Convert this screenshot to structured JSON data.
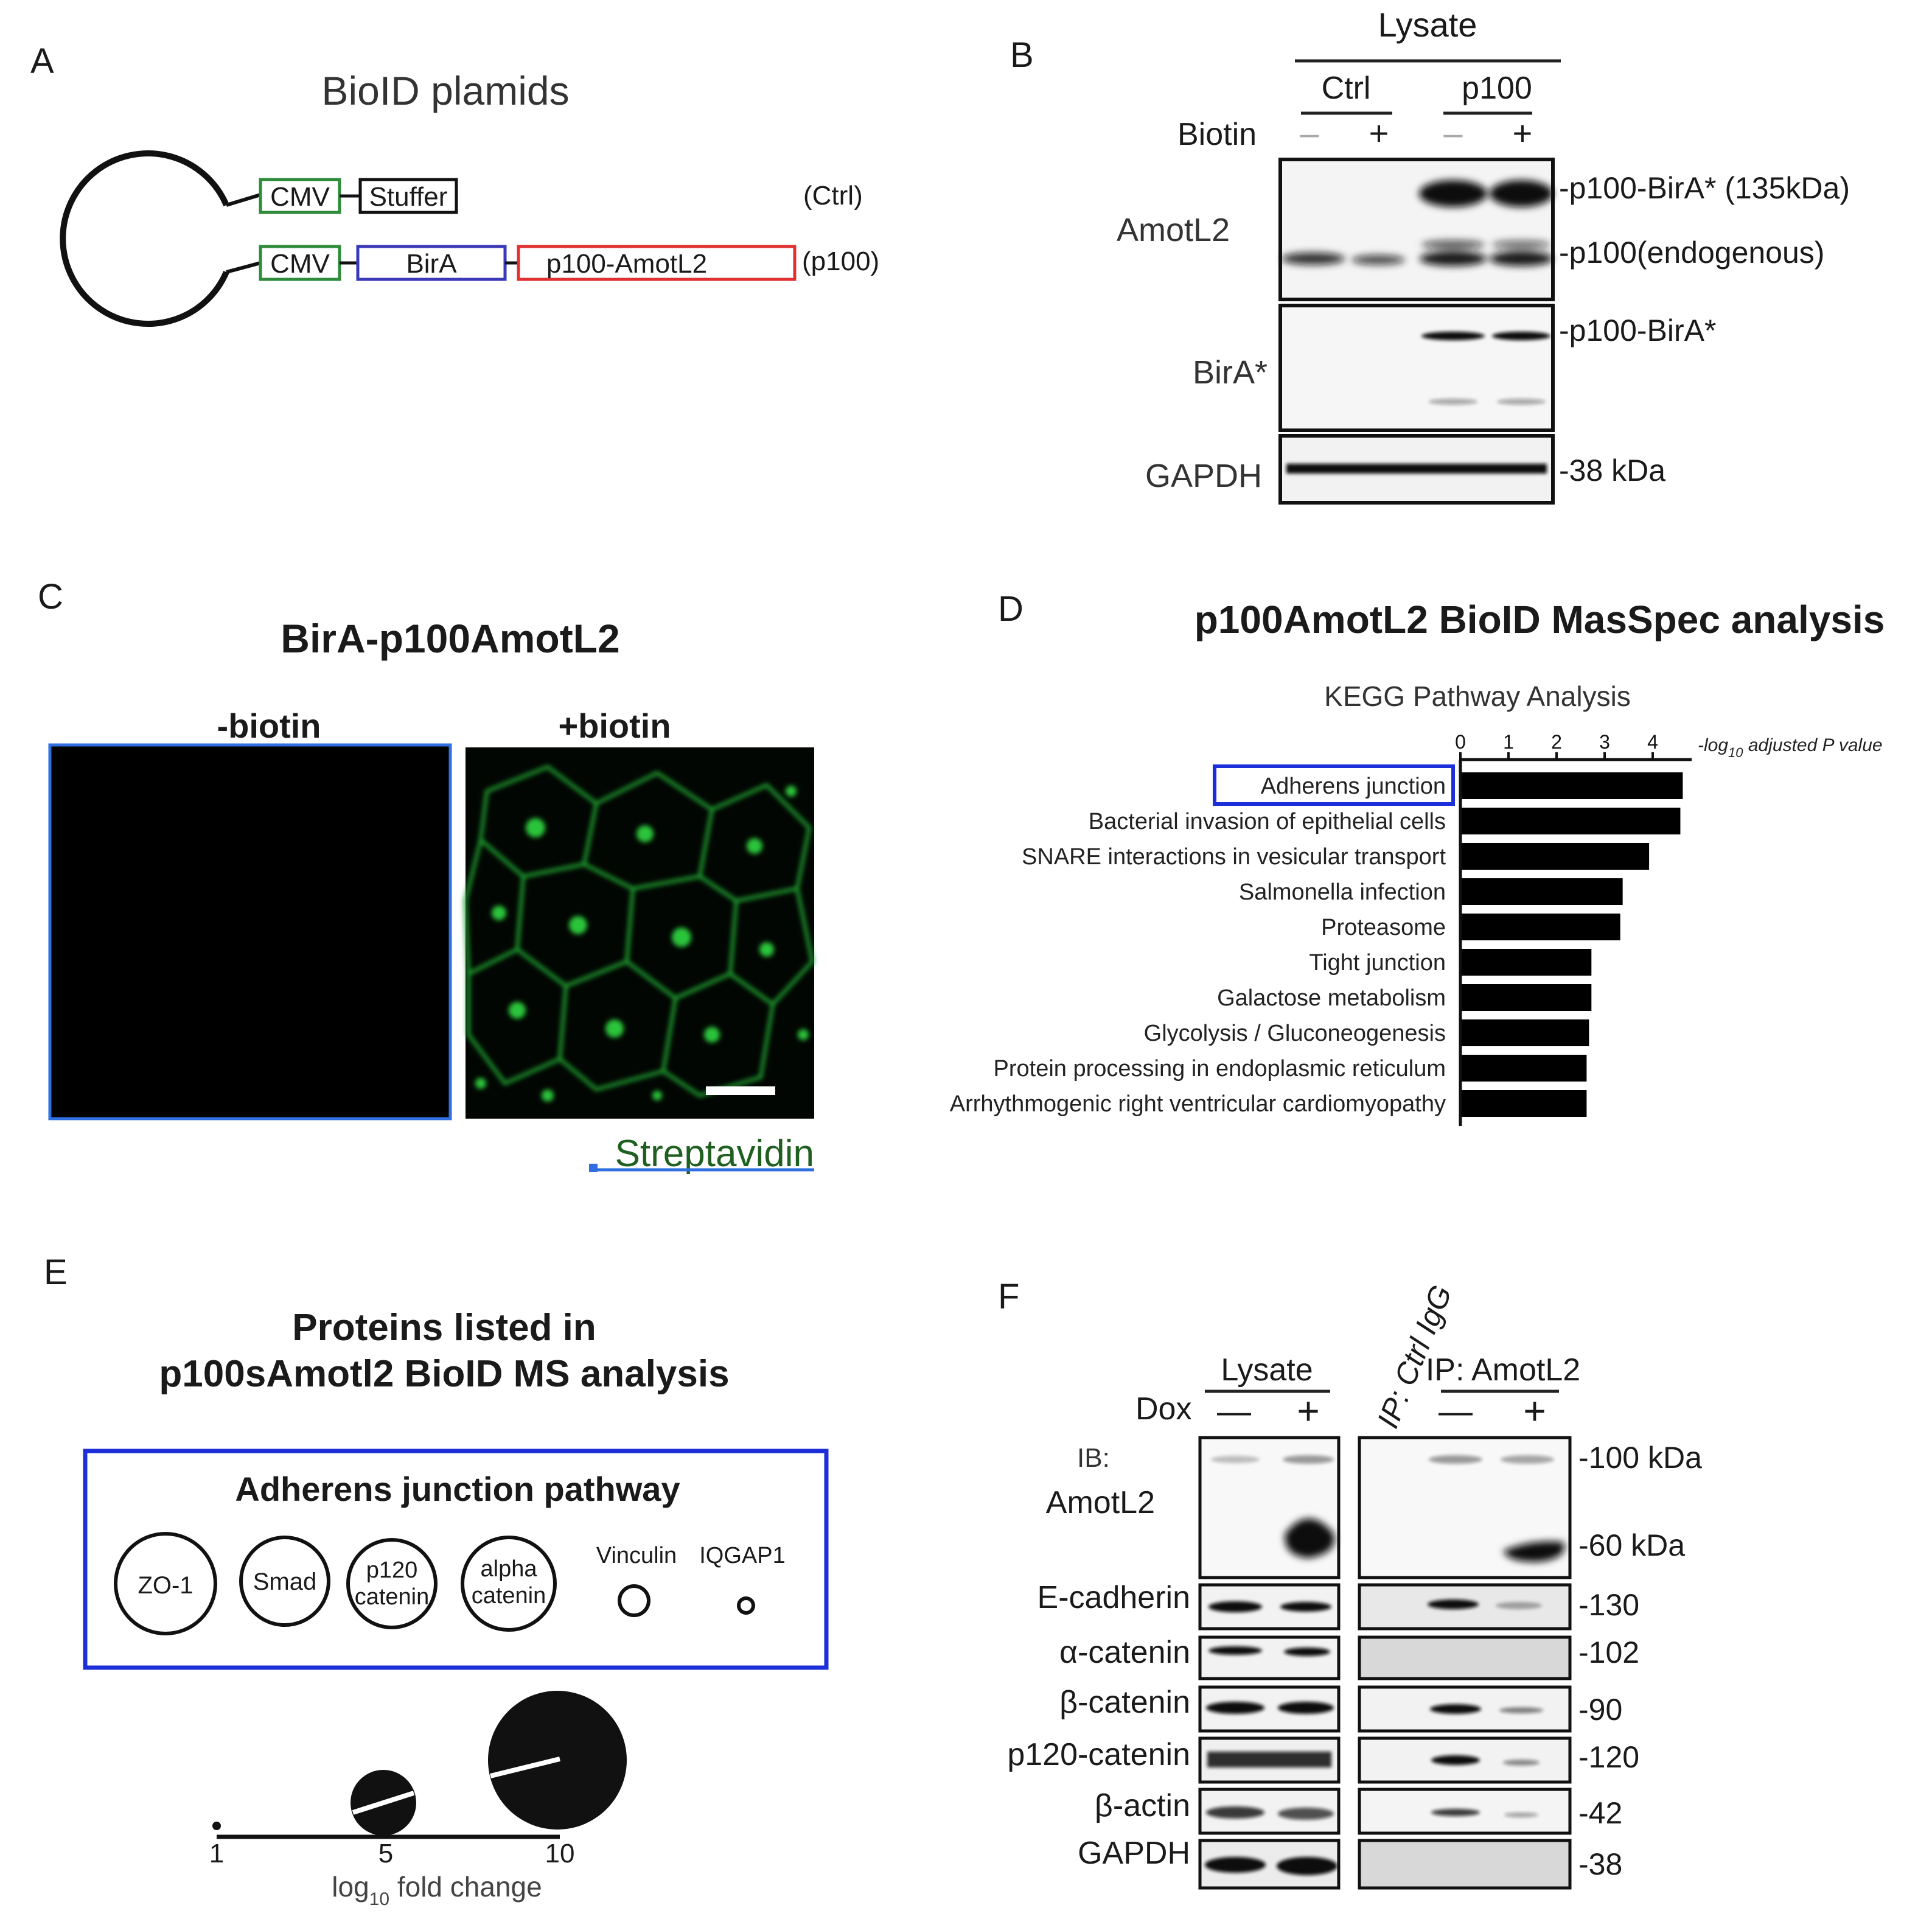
{
  "panel_labels": [
    "A",
    "B",
    "C",
    "D",
    "E",
    "F"
  ],
  "panel_a": {
    "title": "BioID plamids",
    "ctrl_construct": [
      "CMV",
      "Stuffer"
    ],
    "ctrl_label": "(Ctrl)",
    "p100_construct": [
      "CMV",
      "BirA",
      "p100-AmotL2"
    ],
    "p100_label": "(p100)",
    "colors": {
      "cmv": "#2e8b3a",
      "bira": "#3a3ab8",
      "amotl2": "#e03030",
      "stuffer": "#111111"
    }
  },
  "panel_b": {
    "header": "Lysate",
    "groups": [
      "Ctrl",
      "p100"
    ],
    "treatment_label": "Biotin",
    "lane_signs": [
      "–",
      "+",
      "–",
      "+"
    ],
    "blot_labels": [
      "AmotL2",
      "BirA*",
      "GAPDH"
    ],
    "band_labels": [
      "-p100-BirA* (135kDa)",
      "-p100(endogenous)",
      "-p100-BirA*",
      "-38 kDa"
    ]
  },
  "panel_c": {
    "title": "BirA-p100AmotL2",
    "conditions": [
      "-biotin",
      "+biotin"
    ],
    "stain": "Streptavidin",
    "colors": {
      "frame": "#2f6fe0",
      "signal": "#22c838"
    }
  },
  "panel_d": {
    "title": "p100AmotL2 BioID MasSpec analysis",
    "highlight_color": "#1c2fd8",
    "chart_data": {
      "type": "bar",
      "orientation": "horizontal",
      "title": "KEGG Pathway Analysis",
      "xlabel_parts": [
        "-log",
        "10",
        " adjusted ",
        "P",
        " value"
      ],
      "xlim": [
        0,
        5
      ],
      "xticks": [
        0,
        1,
        2,
        3,
        4
      ],
      "categories": [
        "Adherens junction",
        "Bacterial invasion of epithelial cells",
        "SNARE interactions in vesicular transport",
        "Salmonella infection",
        "Proteasome",
        "Tight junction",
        "Galactose metabolism",
        "Glycolysis / Gluconeogenesis",
        "Protein processing in endoplasmic reticulum",
        "Arrhythmogenic right ventricular cardiomyopathy"
      ],
      "values": [
        4.6,
        4.55,
        3.9,
        3.35,
        3.3,
        2.7,
        2.7,
        2.65,
        2.6,
        2.6
      ],
      "highlighted": "Adherens junction"
    }
  },
  "panel_e": {
    "title_line1": "Proteins listed in",
    "title_line2": "p100sAmotl2 BioID MS analysis",
    "box_title": "Adherens junction pathway",
    "proteins": [
      {
        "name": "ZO-1"
      },
      {
        "name": "Smad"
      },
      {
        "name": "p120 catenin",
        "lines": [
          "p120",
          "catenin"
        ]
      },
      {
        "name": "alpha catenin",
        "lines": [
          "alpha",
          "catenin"
        ]
      },
      {
        "name": "Vinculin"
      },
      {
        "name": "IQGAP1"
      }
    ],
    "scale": {
      "ticks": [
        "1",
        "5",
        "10"
      ],
      "label_main": "log",
      "label_sub": "10",
      "label_rest": "fold change"
    },
    "box_color": "#1c2fd8"
  },
  "panel_f": {
    "lysate_header": "Lysate",
    "ip_header": "IP: AmotL2",
    "ctrl_igg": "IP: Ctrl IgG",
    "dox": "Dox",
    "signs": [
      "—",
      "+",
      "—",
      "+"
    ],
    "ib": "IB:",
    "rows": [
      "AmotL2",
      "E-cadherin",
      "α-catenin",
      "β-catenin",
      "p120-catenin",
      "β-actin",
      "GAPDH"
    ],
    "markers": [
      "-100 kDa",
      "-60 kDa",
      "-130",
      "-102",
      "-90",
      "-120",
      "-42",
      "-38"
    ]
  }
}
